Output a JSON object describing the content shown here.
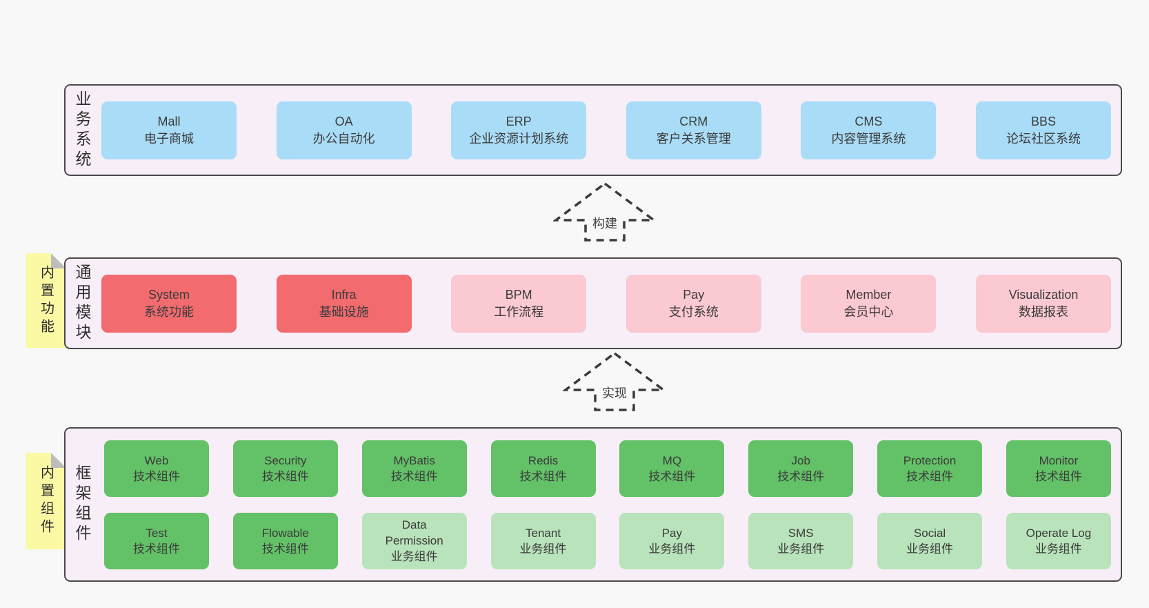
{
  "colors": {
    "page-bg": "#f8f8f8",
    "band-bg": "#f8eef7",
    "band-border": "#4a4a4a",
    "blue": "#a9dcf7",
    "red": "#f26b6f",
    "pink": "#fbc9d2",
    "green": "#63c167",
    "green-light": "#b9e3bb",
    "note-yellow": "#fbf9a3",
    "note-fold": "#bdbdbd",
    "text": "#3b3b3b",
    "arrow": "#3a3a3a"
  },
  "arrows": [
    {
      "label": "构建"
    },
    {
      "label": "实现"
    }
  ],
  "bands": [
    {
      "label": "业务系统",
      "boxes": [
        {
          "title": "Mall",
          "subtitle": "电子商城",
          "color": "blue"
        },
        {
          "title": "OA",
          "subtitle": "办公自动化",
          "color": "blue"
        },
        {
          "title": "ERP",
          "subtitle": "企业资源计划系统",
          "color": "blue"
        },
        {
          "title": "CRM",
          "subtitle": "客户关系管理",
          "color": "blue"
        },
        {
          "title": "CMS",
          "subtitle": "内容管理系统",
          "color": "blue"
        },
        {
          "title": "BBS",
          "subtitle": "论坛社区系统",
          "color": "blue"
        }
      ]
    },
    {
      "label": "通用模块",
      "note": "内置功能",
      "boxes": [
        {
          "title": "System",
          "subtitle": "系统功能",
          "color": "red"
        },
        {
          "title": "Infra",
          "subtitle": "基础设施",
          "color": "red"
        },
        {
          "title": "BPM",
          "subtitle": "工作流程",
          "color": "pink"
        },
        {
          "title": "Pay",
          "subtitle": "支付系统",
          "color": "pink"
        },
        {
          "title": "Member",
          "subtitle": "会员中心",
          "color": "pink"
        },
        {
          "title": "Visualization",
          "subtitle": "数据报表",
          "color": "pink"
        }
      ]
    },
    {
      "label": "框架组件",
      "note": "内置组件",
      "rows": [
        [
          {
            "title": "Web",
            "subtitle": "技术组件",
            "color": "green"
          },
          {
            "title": "Security",
            "subtitle": "技术组件",
            "color": "green"
          },
          {
            "title": "MyBatis",
            "subtitle": "技术组件",
            "color": "green"
          },
          {
            "title": "Redis",
            "subtitle": "技术组件",
            "color": "green"
          },
          {
            "title": "MQ",
            "subtitle": "技术组件",
            "color": "green"
          },
          {
            "title": "Job",
            "subtitle": "技术组件",
            "color": "green"
          },
          {
            "title": "Protection",
            "subtitle": "技术组件",
            "color": "green"
          },
          {
            "title": "Monitor",
            "subtitle": "技术组件",
            "color": "green"
          }
        ],
        [
          {
            "title": "Test",
            "subtitle": "技术组件",
            "color": "green"
          },
          {
            "title": "Flowable",
            "subtitle": "技术组件",
            "color": "green"
          },
          {
            "title": "Data Permission",
            "subtitle": "业务组件",
            "color": "green-light"
          },
          {
            "title": "Tenant",
            "subtitle": "业务组件",
            "color": "green-light"
          },
          {
            "title": "Pay",
            "subtitle": "业务组件",
            "color": "green-light"
          },
          {
            "title": "SMS",
            "subtitle": "业务组件",
            "color": "green-light"
          },
          {
            "title": "Social",
            "subtitle": "业务组件",
            "color": "green-light"
          },
          {
            "title": "Operate Log",
            "subtitle": "业务组件",
            "color": "green-light"
          }
        ]
      ]
    }
  ]
}
